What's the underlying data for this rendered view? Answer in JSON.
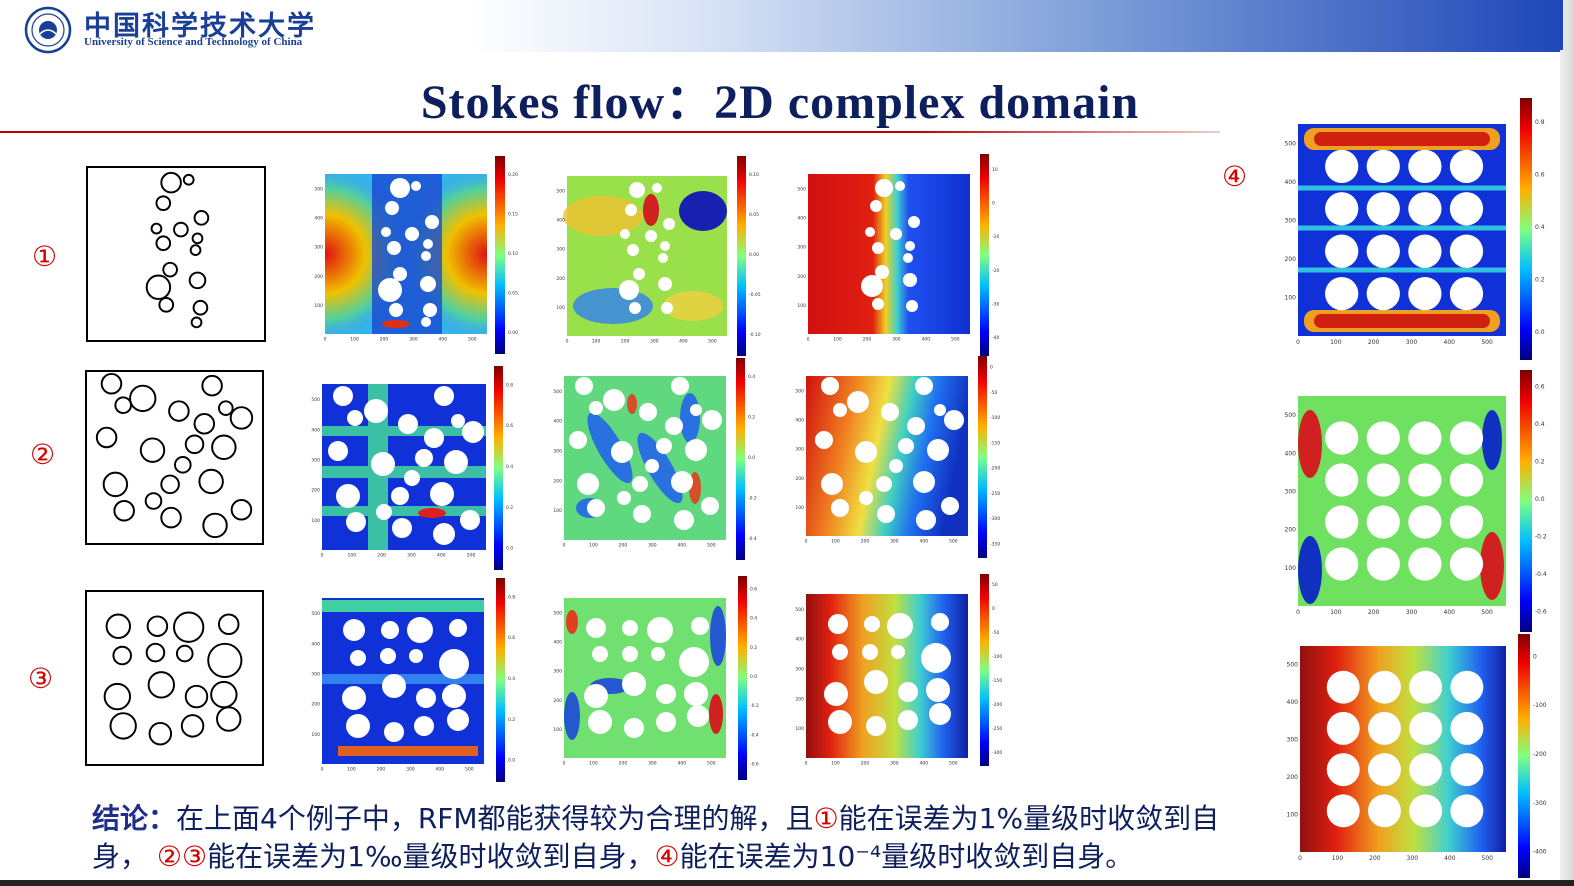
{
  "header": {
    "university_cn": "中国科学技术大学",
    "university_en": "University of Science and Technology of China",
    "brand_color": "#1a3f97"
  },
  "title": "Stokes flow：2D complex domain",
  "row_labels": [
    "①",
    "②",
    "③",
    "④"
  ],
  "conclusion": {
    "lead": "结论：",
    "part1": "在上面4个例子中，RFM都能获得较为合理的解，且",
    "m1": "①",
    "part2": "能在误差为1%量级时收敛到自身，",
    "m2": "②③",
    "part3": "能在误差为1‰量级时收敛到自身，",
    "m4": "④",
    "part4": "能在误差为10⁻⁴量级时收敛到自身。"
  },
  "figures": [
    {
      "id": "r1c1",
      "xticks": [
        "0",
        "100",
        "200",
        "300",
        "400",
        "500"
      ],
      "yticks": [
        "100",
        "200",
        "300",
        "400",
        "500"
      ],
      "cbar": [
        "0.20",
        "0.15",
        "0.10",
        "0.05",
        "0.00"
      ]
    },
    {
      "id": "r1c2",
      "xticks": [
        "0",
        "100",
        "200",
        "300",
        "400",
        "500"
      ],
      "yticks": [
        "100",
        "200",
        "300",
        "400",
        "500"
      ],
      "cbar": [
        "0.10",
        "0.05",
        "0.00",
        "-0.05",
        "-0.10"
      ]
    },
    {
      "id": "r1c3",
      "xticks": [
        "0",
        "100",
        "200",
        "300",
        "400",
        "500"
      ],
      "yticks": [
        "100",
        "200",
        "300",
        "400",
        "500"
      ],
      "cbar": [
        "10",
        "0",
        "-10",
        "-20",
        "-30",
        "-40"
      ]
    },
    {
      "id": "r2c1",
      "xticks": [
        "0",
        "100",
        "200",
        "300",
        "400",
        "500"
      ],
      "yticks": [
        "100",
        "200",
        "300",
        "400",
        "500"
      ],
      "cbar": [
        "0.8",
        "0.6",
        "0.4",
        "0.2",
        "0.0"
      ]
    },
    {
      "id": "r2c2",
      "xticks": [
        "0",
        "100",
        "200",
        "300",
        "400",
        "500"
      ],
      "yticks": [
        "100",
        "200",
        "300",
        "400",
        "500"
      ],
      "cbar": [
        "0.4",
        "0.2",
        "0.0",
        "-0.2",
        "-0.4"
      ]
    },
    {
      "id": "r2c3",
      "xticks": [
        "0",
        "100",
        "200",
        "300",
        "400",
        "500"
      ],
      "yticks": [
        "100",
        "200",
        "300",
        "400",
        "500"
      ],
      "cbar": [
        "0",
        "-50",
        "-100",
        "-150",
        "-200",
        "-250",
        "-300",
        "-350"
      ]
    },
    {
      "id": "r3c1",
      "xticks": [
        "0",
        "100",
        "200",
        "300",
        "400",
        "500"
      ],
      "yticks": [
        "100",
        "200",
        "300",
        "400",
        "500"
      ],
      "cbar": [
        "0.8",
        "0.6",
        "0.4",
        "0.2",
        "0.0"
      ]
    },
    {
      "id": "r3c2",
      "xticks": [
        "0",
        "100",
        "200",
        "300",
        "400",
        "500"
      ],
      "yticks": [
        "100",
        "200",
        "300",
        "400",
        "500"
      ],
      "cbar": [
        "0.6",
        "0.4",
        "0.2",
        "0.0",
        "-0.2",
        "-0.4",
        "-0.6"
      ]
    },
    {
      "id": "r3c3",
      "xticks": [
        "0",
        "100",
        "200",
        "300",
        "400",
        "500"
      ],
      "yticks": [
        "100",
        "200",
        "300",
        "400",
        "500"
      ],
      "cbar": [
        "50",
        "0",
        "-50",
        "-100",
        "-150",
        "-200",
        "-250",
        "-300"
      ]
    },
    {
      "id": "r4a",
      "xticks": [
        "0",
        "100",
        "200",
        "300",
        "400",
        "500"
      ],
      "yticks": [
        "100",
        "200",
        "300",
        "400",
        "500"
      ],
      "cbar": [
        "0.8",
        "0.6",
        "0.4",
        "0.2",
        "0.0"
      ]
    },
    {
      "id": "r4b",
      "xticks": [
        "0",
        "100",
        "200",
        "300",
        "400",
        "500"
      ],
      "yticks": [
        "100",
        "200",
        "300",
        "400",
        "500"
      ],
      "cbar": [
        "0.6",
        "0.4",
        "0.2",
        "0.0",
        "-0.2",
        "-0.4",
        "-0.6"
      ]
    },
    {
      "id": "r4c",
      "xticks": [
        "0",
        "100",
        "200",
        "300",
        "400",
        "500"
      ],
      "yticks": [
        "100",
        "200",
        "300",
        "400",
        "500"
      ],
      "cbar": [
        "0",
        "-100",
        "-200",
        "-300",
        "-400"
      ]
    }
  ]
}
